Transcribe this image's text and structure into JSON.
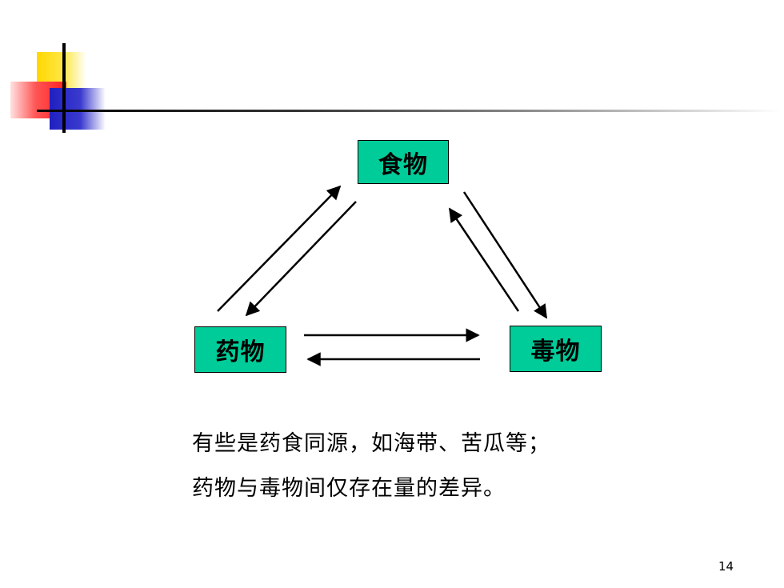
{
  "diagram": {
    "nodes": {
      "food": "食物",
      "drug": "药物",
      "poison": "毒物"
    }
  },
  "captions": [
    "有些是药食同源，如海带、苦瓜等；",
    "药物与毒物间仅存在量的差异。"
  ],
  "page_number": "14"
}
